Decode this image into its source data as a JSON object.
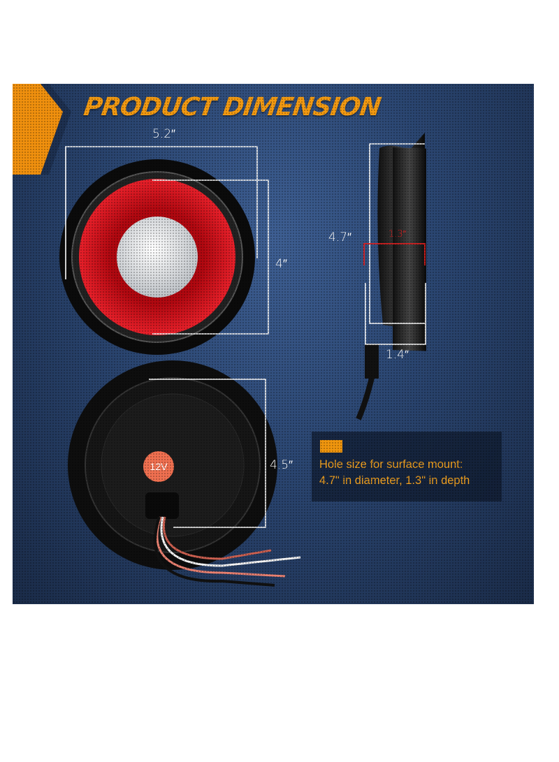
{
  "title": "PRODUCT DIMENSION",
  "dimensions": {
    "front_width": "5.2″",
    "front_inner": "4″",
    "side_height": "4.7″",
    "side_depth_inner": "1.3″",
    "side_depth": "1.4″",
    "back_diameter": "4.5″"
  },
  "badge": "12V",
  "note": {
    "line1": "Hole size for surface mount:",
    "line2": "4.7\" in diameter, 1.3\" in depth"
  },
  "colors": {
    "accent": "#f39a12",
    "lens_red": "#d01018",
    "dimension_red": "#e02020"
  }
}
